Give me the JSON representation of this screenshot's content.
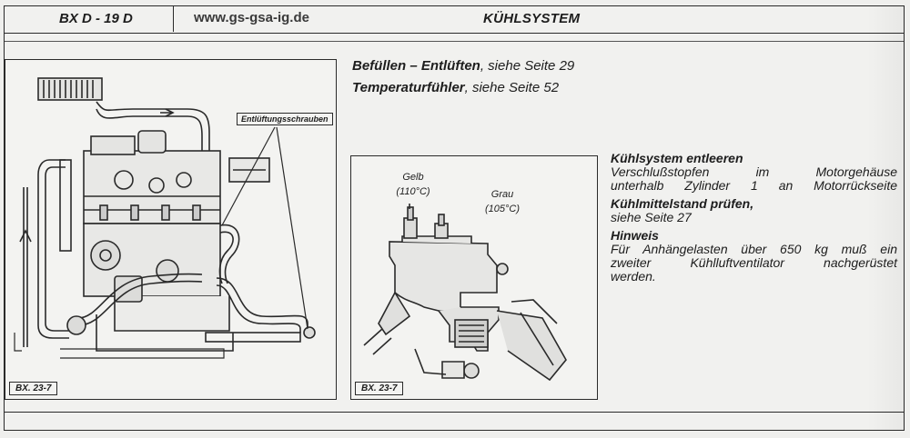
{
  "header": {
    "model": "BX D - 19 D",
    "url": "www.gs-gsa-ig.de",
    "title": "KÜHLSYSTEM"
  },
  "references": [
    {
      "bold": "Befüllen – Entlüften",
      "rest": ", siehe Seite 29"
    },
    {
      "bold": "Temperaturfühler",
      "rest": ", siehe Seite 52"
    }
  ],
  "notes": {
    "drain_head": "Kühlsystem entleeren",
    "drain_line1": "Verschlußstopfen im Motorgehäuse",
    "drain_line2": "unterhalb Zylinder 1 an Motorrückseite",
    "level_head": "Kühlmittelstand prüfen,",
    "level_line1": "siehe Seite 27",
    "hint_head": "Hinweis",
    "hint_line1": "Für Anhängelasten über 650 kg muß ein",
    "hint_line2": "zweiter Kühlluftventilator nachgerüstet",
    "hint_line3": "werden."
  },
  "figure1": {
    "callout": "Entlüftungsschrauben",
    "label": "BX. 23-7"
  },
  "figure2": {
    "yellow_name": "Gelb",
    "yellow_temp": "(110°C)",
    "grey_name": "Grau",
    "grey_temp": "(105°C)",
    "label": "BX. 23-7"
  },
  "colors": {
    "ink": "#1d1d1d",
    "paper": "#f1f1ef"
  }
}
